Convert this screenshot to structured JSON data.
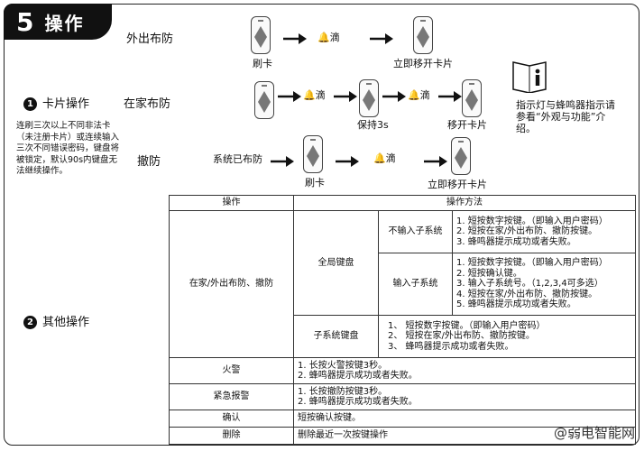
{
  "header": {
    "number": "5",
    "title": "操作"
  },
  "section1": {
    "number": "1",
    "title": "卡片操作"
  },
  "section2": {
    "number": "2",
    "title": "其他操作"
  },
  "note": "连刷三次以上不同非法卡（未注册卡片）或连续输入三次不同错误密码，键盘将被锁定，默认90s内键盘无法继续操作。",
  "modes": {
    "away": "外出布防",
    "home": "在家布防",
    "disarm": "撤防"
  },
  "flow": {
    "swipe_card": "刷卡",
    "beep": "滴",
    "remove_card_now": "立即移开卡片",
    "hold_3s": "保持3s",
    "remove_card": "移开卡片",
    "system_armed": "系统已布防"
  },
  "info_note": "指示灯与蜂鸣器指示请参看“外观与功能”介绍。",
  "table": {
    "col_operation": "操作",
    "col_method": "操作方法",
    "arm_disarm": "在家/外出布防、撤防",
    "global_keypad": "全局键盘",
    "no_subsystem": "不输入子系统",
    "with_subsystem": "输入子系统",
    "subsystem_keypad": "子系统键盘",
    "no_subsystem_steps": [
      "1. 短按数字按键。（即输入用户密码）",
      "2. 短按在家/外出布防、撤防按键。",
      "3. 蜂鸣器提示成功或者失败。"
    ],
    "with_subsystem_steps": [
      "1. 短按数字按键。（即输入用户密码）",
      "2. 短按确认键。",
      "3. 输入子系统号。（1,2,3,4可多选）",
      "4. 短按在家/外出布防、撤防按键。",
      "5. 蜂鸣器提示成功或者失败。"
    ],
    "subsystem_keypad_steps": [
      "1、 短按数字按键。（即输入用户密码）",
      "2、 短按在家/外出布防、撤防按键。",
      "3、 蜂鸣器提示成功或者失败。"
    ],
    "fire": "火警",
    "fire_steps": [
      "1. 长按火警按键3秒。",
      "2. 蜂鸣器提示成功或者失败。"
    ],
    "emergency": "紧急报警",
    "emergency_steps": [
      "1. 长按撤防按键3秒。",
      "2. 蜂鸣器提示成功或者失败。"
    ],
    "confirm": "确认",
    "confirm_steps": [
      "短按确认按键。"
    ],
    "delete": "删除",
    "delete_steps": [
      "删除最近一次按键操作"
    ]
  },
  "watermark": "@弱电智能网"
}
